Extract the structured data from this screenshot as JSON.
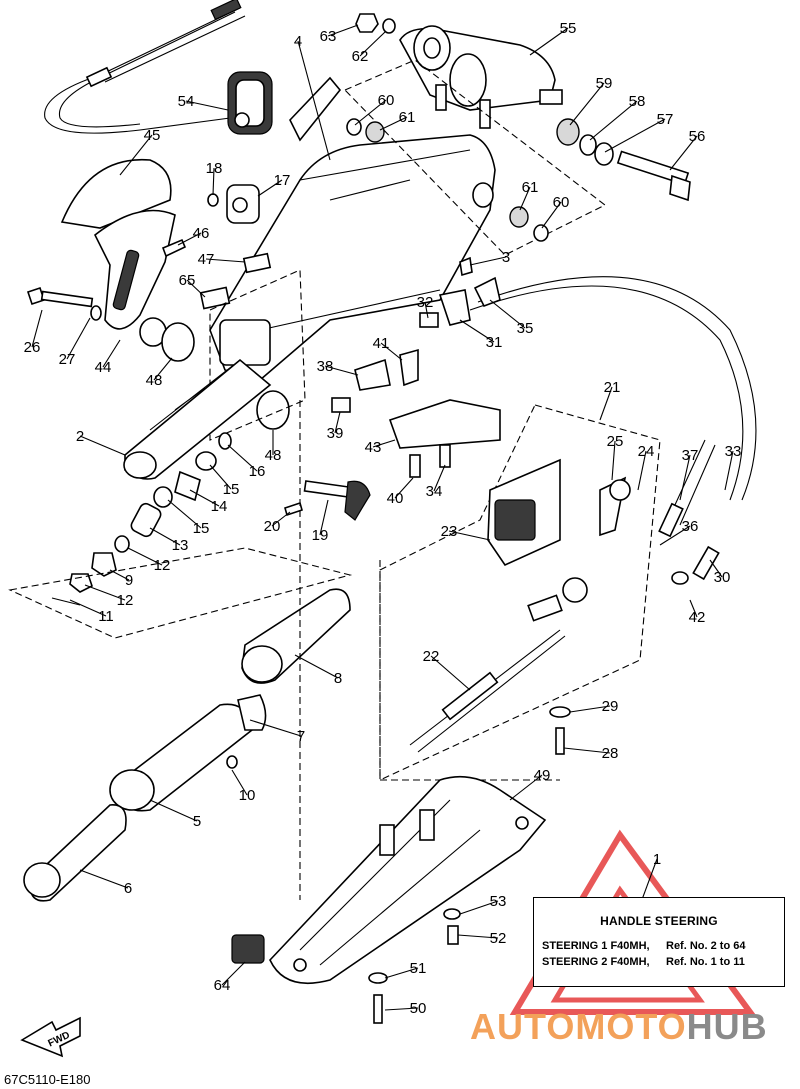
{
  "diagram_code": "67C5110-E180",
  "fwd_label": "FWD",
  "note": {
    "title": "HANDLE STEERING",
    "rows": [
      {
        "model": "STEERING 1 F40MH,",
        "ref": "Ref. No. 2 to 64"
      },
      {
        "model": "STEERING 2 F40MH,",
        "ref": "Ref. No. 1 to 11"
      }
    ]
  },
  "watermark": {
    "part1": "AUTOMOTO",
    "part2": "HUB",
    "color_primary": "#f3a15a",
    "color_secondary": "#8a8a8a"
  },
  "callouts": [
    "1",
    "2",
    "3",
    "4",
    "5",
    "6",
    "7",
    "8",
    "9",
    "10",
    "11",
    "12",
    "12",
    "13",
    "14",
    "15",
    "15",
    "16",
    "17",
    "18",
    "19",
    "20",
    "21",
    "22",
    "23",
    "24",
    "25",
    "26",
    "27",
    "28",
    "29",
    "30",
    "31",
    "32",
    "33",
    "34",
    "35",
    "36",
    "37",
    "38",
    "39",
    "40",
    "41",
    "42",
    "43",
    "44",
    "45",
    "46",
    "47",
    "48",
    "48",
    "49",
    "50",
    "51",
    "52",
    "53",
    "54",
    "55",
    "56",
    "57",
    "58",
    "59",
    "60",
    "60",
    "61",
    "61",
    "62",
    "63",
    "64",
    "65"
  ]
}
